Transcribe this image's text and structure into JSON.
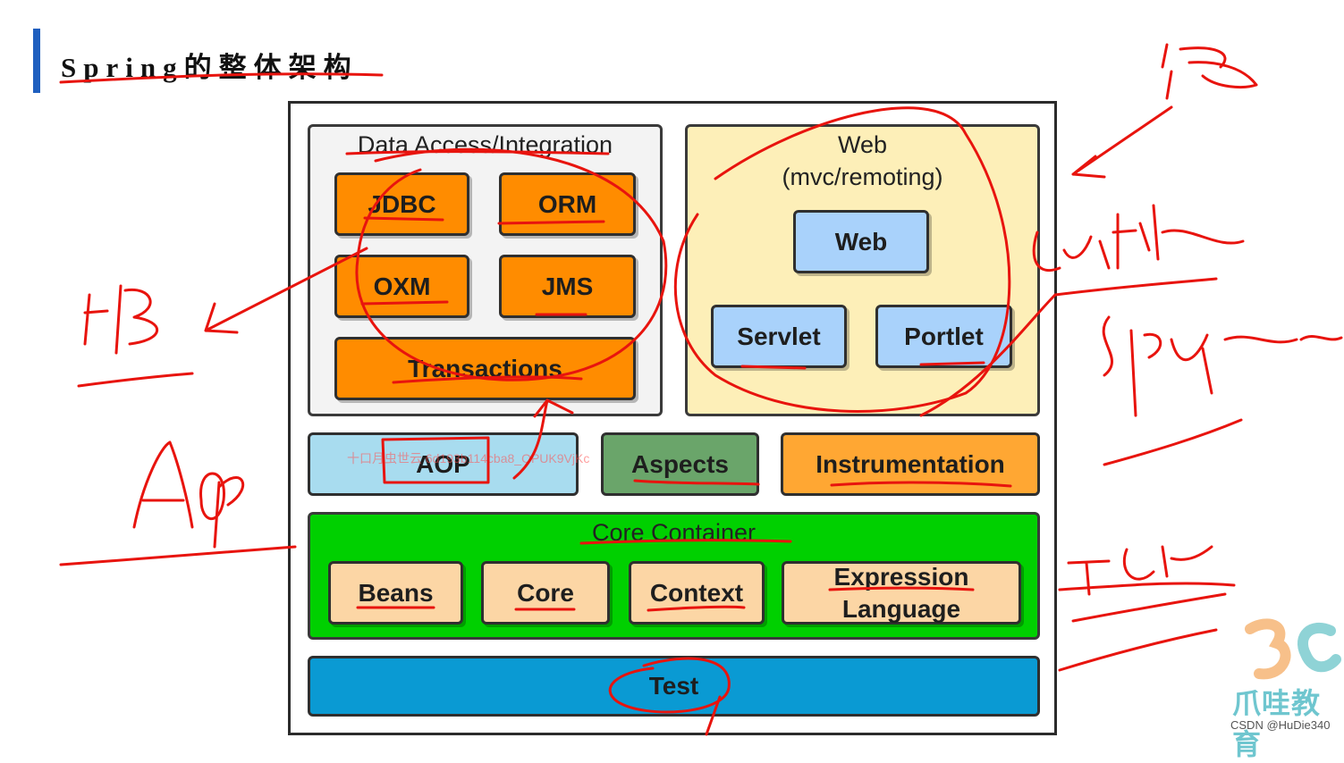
{
  "header": {
    "title": "Spring的整体架构"
  },
  "data_access": {
    "label": "Data Access/Integration",
    "modules": {
      "jdbc": "JDBC",
      "orm": "ORM",
      "oxm": "OXM",
      "jms": "JMS",
      "transactions": "Transactions"
    }
  },
  "web": {
    "label_line1": "Web",
    "label_line2": "(mvc/remoting)",
    "modules": {
      "web": "Web",
      "servlet": "Servlet",
      "portlet": "Portlet"
    }
  },
  "middle": {
    "aop": "AOP",
    "aspects": "Aspects",
    "instrumentation": "Instrumentation"
  },
  "core_container": {
    "label": "Core Container",
    "modules": {
      "beans": "Beans",
      "core": "Core",
      "context": "Context",
      "expression_line1": "Expression",
      "expression_line2": "Language"
    }
  },
  "test": {
    "label": "Test"
  },
  "watermark": "十口月虫世云   6d193b114cba8_OPUK9VjKc",
  "logo": {
    "text": "爪哇教育"
  },
  "credit": "CSDN @HuDie340",
  "colors": {
    "accent": "#1f5fbf",
    "module_orange": "#ff8c00",
    "web_panel": "#fdefb8",
    "module_blue": "#a9d2fb",
    "aop": "#a8dcef",
    "aspects": "#6aa56a",
    "instrumentation": "#ffa733",
    "core_container": "#00d000",
    "module_peach": "#fcd6a5",
    "test": "#0a9ad3",
    "ink": "#e8140e"
  }
}
